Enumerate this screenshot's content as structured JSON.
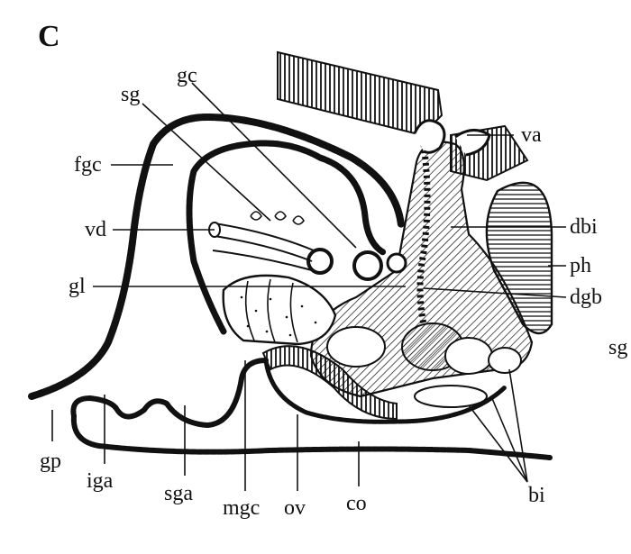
{
  "panel_letter": "C",
  "labels": {
    "sg_top": "sg",
    "gc": "gc",
    "fgc": "fgc",
    "vd": "vd",
    "gl": "gl",
    "va": "va",
    "dbi": "dbi",
    "ph": "ph",
    "dgb": "dgb",
    "sg_right": "sg",
    "gp": "gp",
    "iga": "iga",
    "sga": "sga",
    "mgc": "mgc",
    "ov": "ov",
    "co": "co",
    "bi": "bi"
  },
  "colors": {
    "ink": "#111111",
    "paper": "#ffffff"
  }
}
